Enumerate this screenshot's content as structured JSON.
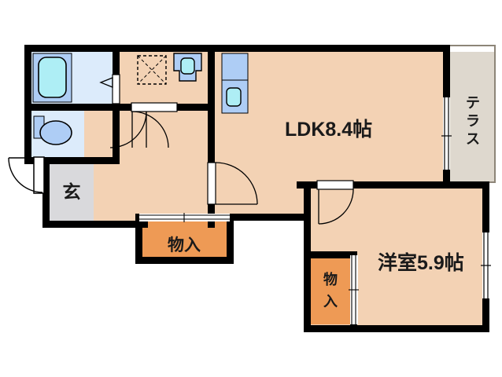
{
  "plan": {
    "title": "間取り図",
    "palette": {
      "wall": "#000000",
      "floor": "#F3D2B4",
      "wet_area": "#DCEBFB",
      "fixture_blue": "#AECDF5",
      "basin_cyan": "#AEEEF5",
      "storage_orange": "#EE9A55",
      "genkan_gray": "#D9D9DC",
      "terrace_gray": "#DED8CE",
      "door_white": "#FFFFFF",
      "line": "#000000"
    },
    "rooms": [
      {
        "id": "ldk",
        "label": "LDK8.4帖",
        "name": "LDK",
        "size": "8.4帖",
        "fill": "#F3D2B4"
      },
      {
        "id": "washitsu",
        "label": "洋室5.9帖",
        "name": "洋室",
        "size": "5.9帖",
        "fill": "#F3D2B4"
      },
      {
        "id": "genkan",
        "label": "玄",
        "name": "玄関",
        "size": "",
        "fill": "#D9D9DC"
      },
      {
        "id": "terrace",
        "label": "テラス",
        "name": "テラス",
        "size": "",
        "fill": "#DED8CE"
      },
      {
        "id": "storage1",
        "label": "物入",
        "name": "物入",
        "size": "",
        "fill": "#EE9A55"
      },
      {
        "id": "storage2",
        "label": "物入",
        "name": "物入",
        "size": "",
        "fill": "#EE9A55"
      },
      {
        "id": "bath",
        "label": "",
        "name": "浴室",
        "size": "",
        "fill": "#DCEBFB"
      },
      {
        "id": "toilet",
        "label": "",
        "name": "トイレ",
        "size": "",
        "fill": "#DCEBFB"
      },
      {
        "id": "washroom",
        "label": "",
        "name": "洗面脱衣室",
        "size": "",
        "fill": "#F3D2B4"
      },
      {
        "id": "hall",
        "label": "",
        "name": "廊下",
        "size": "",
        "fill": "#F3D2B4"
      }
    ],
    "terrace_chars": [
      "テ",
      "ラ",
      "ス"
    ],
    "storage2_chars": [
      "物",
      "入"
    ],
    "fixtures": [
      {
        "id": "bathtub",
        "name": "浴槽"
      },
      {
        "id": "toilet-bowl",
        "name": "便器"
      },
      {
        "id": "washing-pan",
        "name": "洗濯機置場"
      },
      {
        "id": "vanity-basin",
        "name": "洗面台"
      },
      {
        "id": "kitchen-sink",
        "name": "キッチン"
      }
    ],
    "doors": [
      {
        "id": "entrance-door",
        "name": "玄関ドア",
        "type": "swing"
      },
      {
        "id": "hall-door-a",
        "name": "廊下ドア",
        "type": "swing"
      },
      {
        "id": "hall-door-b",
        "name": "洗面室ドア",
        "type": "swing"
      },
      {
        "id": "ldk-door",
        "name": "LDKドア",
        "type": "swing"
      },
      {
        "id": "bedroom-door",
        "name": "洋室ドア",
        "type": "swing"
      },
      {
        "id": "bath-door",
        "name": "浴室ドア",
        "type": "folding"
      },
      {
        "id": "storage1-door",
        "name": "物入戸",
        "type": "sliding"
      },
      {
        "id": "storage2-door",
        "name": "物入戸",
        "type": "sliding"
      },
      {
        "id": "terrace-window",
        "name": "掃き出し窓",
        "type": "sliding"
      },
      {
        "id": "bedroom-window",
        "name": "窓",
        "type": "sliding"
      }
    ]
  }
}
